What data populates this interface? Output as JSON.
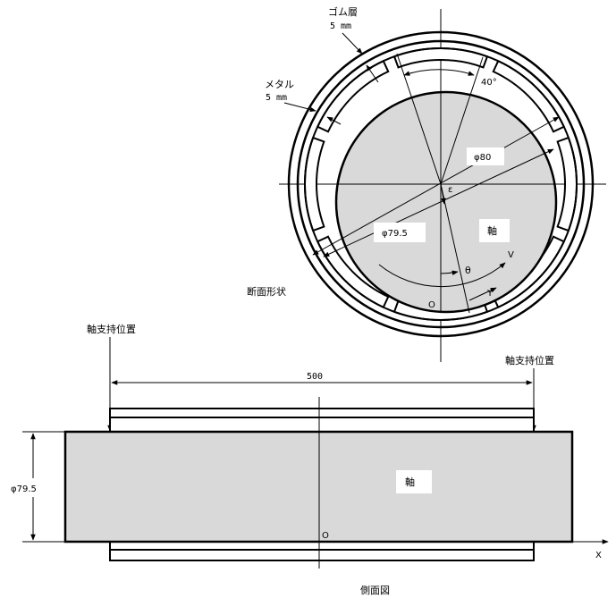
{
  "cross_section": {
    "rubber_label": "ゴム層",
    "rubber_thickness": "5 mm",
    "metal_label": "メタル",
    "metal_thickness": "5 mm",
    "angle_label": "40°",
    "outer_dia_label": "φ80",
    "shaft_dia_label": "φ79.5",
    "shaft_label": "軸",
    "eccentricity_label": "ε",
    "theta_label": "θ",
    "v_axis_label": "V",
    "y_axis_label": "Y",
    "origin_label": "O",
    "caption": "断面形状"
  },
  "side_view": {
    "support_left": "軸支持位置",
    "support_right": "軸支持位置",
    "length_label": "500",
    "dia_label": "φ79.5",
    "shaft_label": "軸",
    "origin_label": "O",
    "x_axis_label": "X",
    "caption": "側面図"
  },
  "colors": {
    "shaft_fill": "#d9d9d9",
    "line": "#000000",
    "background": "#ffffff"
  }
}
